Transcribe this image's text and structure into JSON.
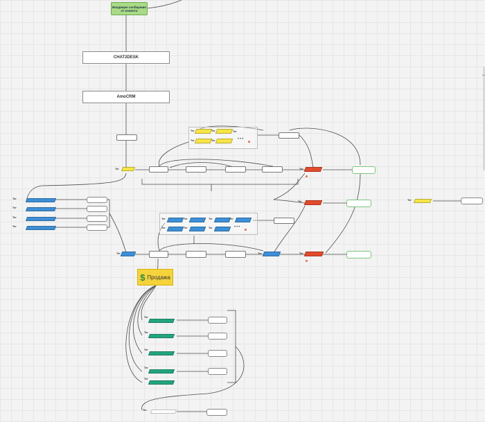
{
  "start_node": "Входящее сообщение от клиента",
  "systems": {
    "top": "CHAT2DESK",
    "bottom": "AmoCRM"
  },
  "sale": {
    "label": "Продажа",
    "icon": "dollar-icon"
  },
  "tag_label": "Тег",
  "colors": {
    "yellow": "#f7e546",
    "blue": "#3d8fd6",
    "red": "#e24a2c",
    "green": "#22a57f",
    "white": "#ffffff",
    "sale": "#f5d33b",
    "connector": "#4a4a4a",
    "outcome_border": "#7cc47c"
  },
  "more_marker": "•••"
}
